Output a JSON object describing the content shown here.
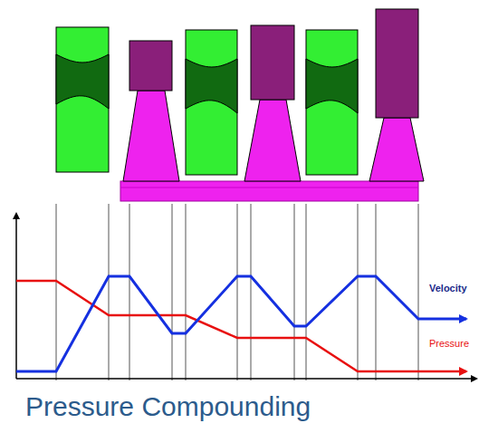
{
  "diagram": {
    "caption": "Pressure Compounding",
    "labels": [
      "Velocity",
      "Pressure"
    ]
  }
}
